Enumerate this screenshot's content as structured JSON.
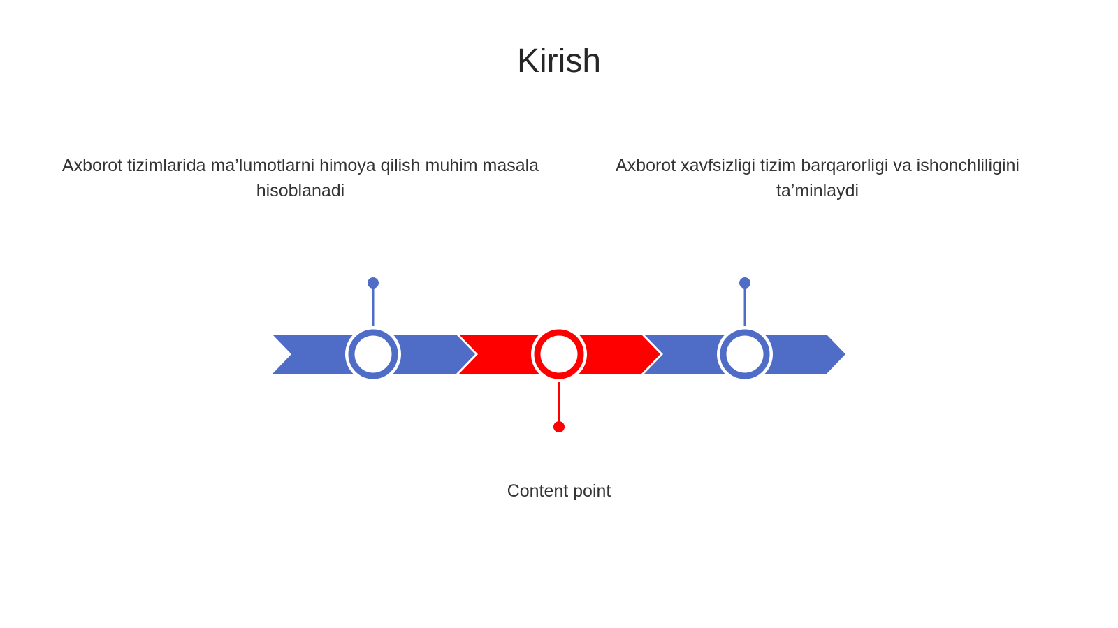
{
  "slide": {
    "title": "Kirish"
  },
  "timeline": {
    "points": [
      {
        "text": "Axborot tizimlarida ma’lumotlarni himoya qilish muhim masala hisoblanadi",
        "color": "#4f6cc6",
        "position": "above"
      },
      {
        "text": "Content point",
        "color": "#ff0000",
        "position": "below"
      },
      {
        "text": "Axborot xavfsizligi tizim barqarorligi va ishonchliligini ta’minlaydi",
        "color": "#4f6cc6",
        "position": "above"
      }
    ]
  },
  "colors": {
    "primary": "#4f6cc6",
    "accent": "#ff0000",
    "text": "#2b2b2b"
  }
}
